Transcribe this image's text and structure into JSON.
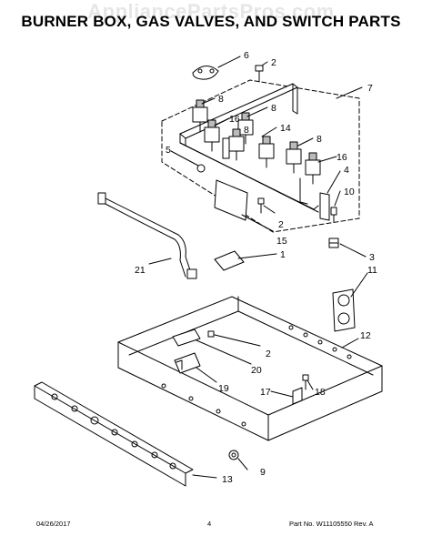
{
  "watermark": "AppliancePartsPros.com",
  "title": "BURNER BOX, GAS VALVES, AND SWITCH PARTS",
  "callouts": [
    "6",
    "2",
    "7",
    "8",
    "8",
    "16",
    "8",
    "14",
    "5",
    "8",
    "16",
    "4",
    "10",
    "2",
    "15",
    "3",
    "1",
    "21",
    "11",
    "12",
    "2",
    "20",
    "19",
    "17",
    "18",
    "9",
    "13"
  ],
  "footer": {
    "date": "04/26/2017",
    "page": "4",
    "part": "Part No.  W11105550  Rev.  A"
  }
}
